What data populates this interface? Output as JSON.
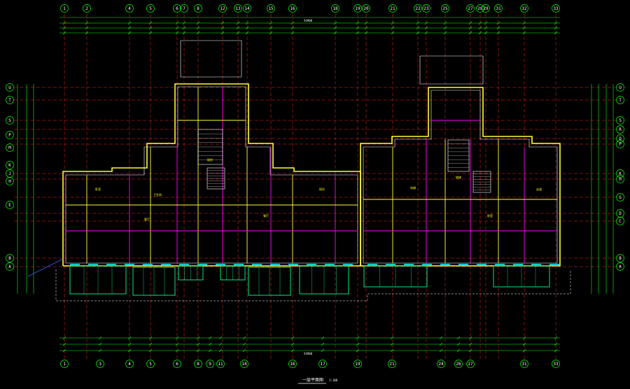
{
  "colors": {
    "background": "#000000",
    "grid_axis": "#ff2020",
    "dimension": "#00ff00",
    "wall": "#ffff33",
    "wall_outline": "#ffffff",
    "interior": "#ff00ff",
    "window": "#00ffff",
    "glass": "#00ff99",
    "text": "#ffffff",
    "blue": "#3366ff"
  },
  "column_axes": [
    "1",
    "2",
    "4",
    "5",
    "6",
    "7",
    "8",
    "12",
    "13",
    "14",
    "15",
    "16",
    "18",
    "19",
    "20",
    "21",
    "22",
    "23",
    "25",
    "27",
    "28",
    "29",
    "31",
    "32",
    "33"
  ],
  "column_axes_bottom": [
    "1",
    "3",
    "4",
    "5",
    "6",
    "8",
    "9",
    "11",
    "14",
    "16",
    "17",
    "19",
    "21",
    "24",
    "26",
    "27",
    "31",
    "33"
  ],
  "row_axes_left": [
    "U",
    "T",
    "S",
    "P",
    "M",
    "K",
    "J",
    "H",
    "E",
    "B",
    "A"
  ],
  "row_axes_right": [
    "U",
    "T",
    "S",
    "R",
    "Q",
    "P",
    "K",
    "H",
    "G",
    "D",
    "C",
    "B",
    "A"
  ],
  "dims_top": {
    "overall": "54900"
  },
  "dims_bottom": {
    "overall": "54900"
  },
  "room_labels": [
    "卧室",
    "卫生间",
    "厨房",
    "客厅",
    "餐厅",
    "阳台",
    "电梯",
    "楼梯",
    "前室",
    "走道"
  ],
  "title": {
    "text": "一层平面图",
    "scale": "1:100"
  }
}
